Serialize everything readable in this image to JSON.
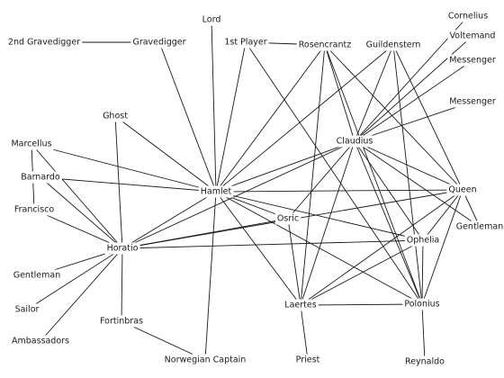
{
  "network": {
    "nodes": [
      {
        "id": "lord",
        "label": "Lord"
      },
      {
        "id": "cornelius",
        "label": "Cornelius"
      },
      {
        "id": "voltemand",
        "label": "Voltemand"
      },
      {
        "id": "gravedigger2",
        "label": "2nd Gravedigger"
      },
      {
        "id": "gravedigger",
        "label": "Gravedigger"
      },
      {
        "id": "player1",
        "label": "1st Player"
      },
      {
        "id": "rosencrantz",
        "label": "Rosencrantz"
      },
      {
        "id": "guildenstern",
        "label": "Guildenstern"
      },
      {
        "id": "messenger1",
        "label": "Messenger"
      },
      {
        "id": "messenger2",
        "label": "Messenger"
      },
      {
        "id": "ghost",
        "label": "Ghost"
      },
      {
        "id": "claudius",
        "label": "Claudius"
      },
      {
        "id": "marcellus",
        "label": "Marcellus"
      },
      {
        "id": "barnardo",
        "label": "Barnardo"
      },
      {
        "id": "hamlet",
        "label": "Hamlet"
      },
      {
        "id": "queen",
        "label": "Queen"
      },
      {
        "id": "francisco",
        "label": "Francisco"
      },
      {
        "id": "osric",
        "label": "Osric"
      },
      {
        "id": "gentleman_r",
        "label": "Gentleman"
      },
      {
        "id": "horatio",
        "label": "Horatio"
      },
      {
        "id": "ophelia",
        "label": "Ophelia"
      },
      {
        "id": "gentleman_l",
        "label": "Gentleman"
      },
      {
        "id": "sailor",
        "label": "Sailor"
      },
      {
        "id": "laertes",
        "label": "Laertes"
      },
      {
        "id": "polonius",
        "label": "Polonius"
      },
      {
        "id": "fortinbras",
        "label": "Fortinbras"
      },
      {
        "id": "ambassadors",
        "label": "Ambassadors"
      },
      {
        "id": "norwegian_captain",
        "label": "Norwegian Captain"
      },
      {
        "id": "priest",
        "label": "Priest"
      },
      {
        "id": "reynaldo",
        "label": "Reynaldo"
      }
    ],
    "edges": [
      [
        "gravedigger2",
        "gravedigger"
      ],
      [
        "gravedigger",
        "hamlet"
      ],
      [
        "lord",
        "hamlet"
      ],
      [
        "player1",
        "rosencrantz"
      ],
      [
        "player1",
        "hamlet"
      ],
      [
        "player1",
        "polonius"
      ],
      [
        "rosencrantz",
        "hamlet"
      ],
      [
        "rosencrantz",
        "claudius"
      ],
      [
        "rosencrantz",
        "queen"
      ],
      [
        "rosencrantz",
        "polonius"
      ],
      [
        "rosencrantz",
        "laertes"
      ],
      [
        "guildenstern",
        "hamlet"
      ],
      [
        "guildenstern",
        "claudius"
      ],
      [
        "guildenstern",
        "queen"
      ],
      [
        "guildenstern",
        "polonius"
      ],
      [
        "cornelius",
        "claudius"
      ],
      [
        "voltemand",
        "claudius"
      ],
      [
        "messenger1",
        "claudius"
      ],
      [
        "messenger2",
        "claudius"
      ],
      [
        "ghost",
        "hamlet"
      ],
      [
        "ghost",
        "horatio"
      ],
      [
        "claudius",
        "hamlet"
      ],
      [
        "claudius",
        "queen"
      ],
      [
        "claudius",
        "laertes"
      ],
      [
        "claudius",
        "polonius"
      ],
      [
        "claudius",
        "ophelia"
      ],
      [
        "claudius",
        "horatio"
      ],
      [
        "claudius",
        "osric"
      ],
      [
        "claudius",
        "gentleman_r"
      ],
      [
        "marcellus",
        "hamlet"
      ],
      [
        "marcellus",
        "horatio"
      ],
      [
        "marcellus",
        "francisco"
      ],
      [
        "barnardo",
        "hamlet"
      ],
      [
        "barnardo",
        "horatio"
      ],
      [
        "francisco",
        "horatio"
      ],
      [
        "hamlet",
        "queen"
      ],
      [
        "hamlet",
        "horatio"
      ],
      [
        "hamlet",
        "osric"
      ],
      [
        "hamlet",
        "ophelia"
      ],
      [
        "hamlet",
        "laertes"
      ],
      [
        "hamlet",
        "polonius"
      ],
      [
        "hamlet",
        "norwegian_captain"
      ],
      [
        "queen",
        "horatio"
      ],
      [
        "queen",
        "laertes"
      ],
      [
        "queen",
        "polonius"
      ],
      [
        "queen",
        "ophelia"
      ],
      [
        "queen",
        "gentleman_r"
      ],
      [
        "osric",
        "horatio"
      ],
      [
        "osric",
        "laertes"
      ],
      [
        "horatio",
        "ophelia"
      ],
      [
        "horatio",
        "fortinbras"
      ],
      [
        "horatio",
        "gentleman_l"
      ],
      [
        "horatio",
        "sailor"
      ],
      [
        "horatio",
        "ambassadors"
      ],
      [
        "ophelia",
        "laertes"
      ],
      [
        "ophelia",
        "polonius"
      ],
      [
        "laertes",
        "polonius"
      ],
      [
        "laertes",
        "priest"
      ],
      [
        "polonius",
        "reynaldo"
      ],
      [
        "fortinbras",
        "norwegian_captain"
      ]
    ]
  }
}
